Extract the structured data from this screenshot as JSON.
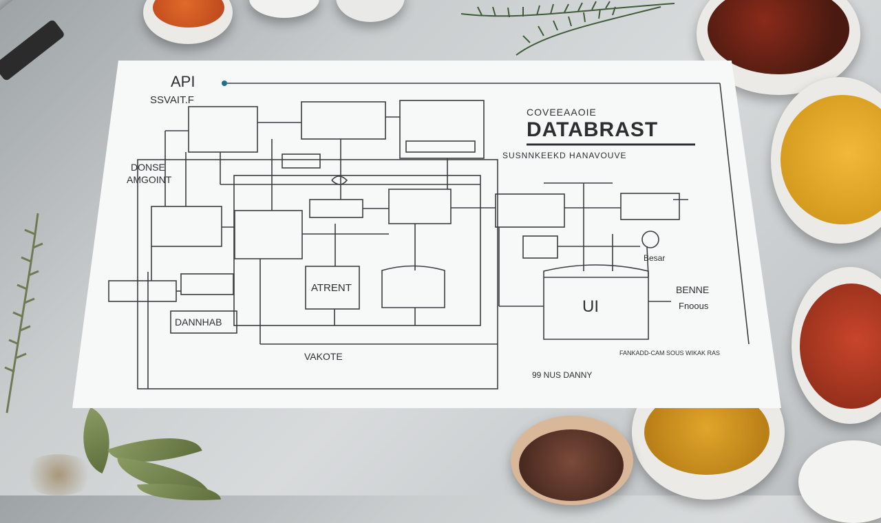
{
  "diagram": {
    "title": "DATABRAST",
    "subtitle_top": "COVEEAAOIE",
    "subtitle_under": "SUSNNKEEKD HANAVOUVE",
    "corner_title": "API",
    "corner_sub": "SSVAIT.F",
    "left_label_1": "DONSE",
    "left_label_2": "AMGOINT",
    "center_box": "ATRENT",
    "ui_box": "UI",
    "dannhab_box": "DANNHAB",
    "bottom_label": "VAKOTE",
    "bottom_right_label": "99 NUS DANNY",
    "right_label_1": "BENNE",
    "right_label_2": "Fnoous",
    "besar_label": "Besar",
    "footer_small": "FANKADD-CAM SOUS WIKAK RAS"
  },
  "colors": {
    "paper": "#f7f8f8",
    "ink": "#2c2e30",
    "accent_dot": "#1f6f8b"
  }
}
